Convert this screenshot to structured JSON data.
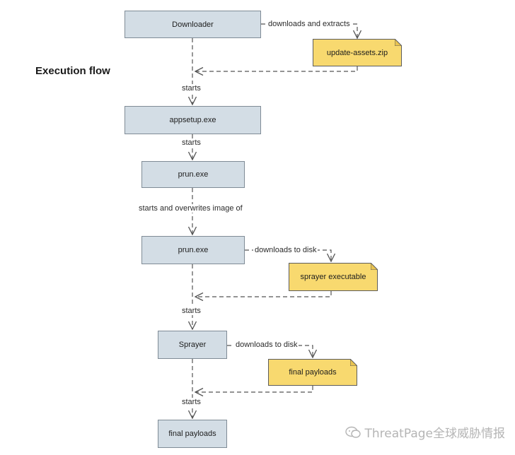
{
  "diagram": {
    "title": "Execution flow",
    "nodes": {
      "downloader": "Downloader",
      "update_assets_zip": "update-assets.zip",
      "appsetup_exe": "appsetup.exe",
      "prun_exe_1": "prun.exe",
      "prun_exe_2": "prun.exe",
      "sprayer_executable": "sprayer executable",
      "sprayer": "Sprayer",
      "final_payloads_note": "final payloads",
      "final_payloads": "final payloads"
    },
    "edge_labels": {
      "downloads_and_extracts": "downloads and extracts",
      "starts_1": "starts",
      "starts_2": "starts",
      "starts_and_overwrites": "starts and overwrites image of",
      "downloads_to_disk_1": "downloads to disk",
      "starts_3": "starts",
      "downloads_to_disk_2": "downloads to disk",
      "starts_4": "starts"
    },
    "colors": {
      "process_fill": "#d3dde5",
      "process_border": "#7f8b96",
      "artifact_fill": "#f8d96f",
      "connector": "#555555"
    }
  },
  "watermark": {
    "text": "ThreatPage全球威胁情报",
    "icon": "wechat-icon"
  }
}
